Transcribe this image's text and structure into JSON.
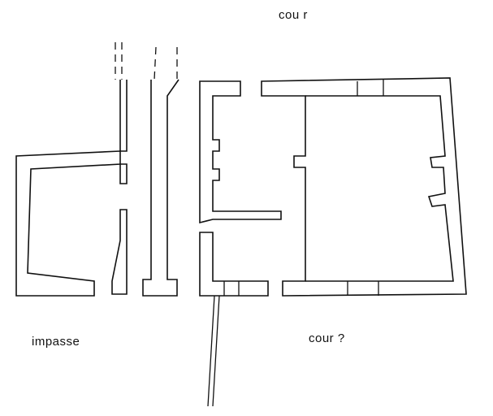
{
  "labels": {
    "cour_top": "cou r",
    "impasse": "impasse",
    "cour_bottom": "cour ?"
  }
}
